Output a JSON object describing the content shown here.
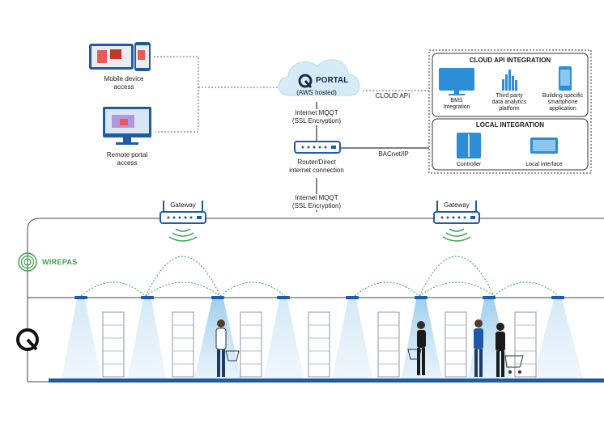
{
  "portal": {
    "title": "PORTAL",
    "subtitle": "(AWS hosted)"
  },
  "mobile": {
    "line1": "Mobile device",
    "line2": "access"
  },
  "remote": {
    "line1": "Remote portal",
    "line2": "access"
  },
  "mqtt_top": {
    "line1": "Internet MQQT",
    "line2": "(SSL Encryption)"
  },
  "router": {
    "line1": "Router/Direct",
    "line2": "internet connection"
  },
  "mqtt_bottom": {
    "line1": "Internet MQQT",
    "line2": "(SSL Encryption)"
  },
  "cloud_api_label": "CLOUD API",
  "bacnet_label": "BACnet/IP",
  "cloud_api_panel": {
    "title": "CLOUD API INTEGRATION",
    "bms": {
      "line1": "BMS",
      "line2": "Integration"
    },
    "third": {
      "line1": "Third party",
      "line2": "data analytics",
      "line3": "platform"
    },
    "building": {
      "line1": "Building specific",
      "line2": "smartphone",
      "line3": "application"
    }
  },
  "local_panel": {
    "title": "LOCAL INTEGRATION",
    "controller": "Controller",
    "local_interface": "Local interface"
  },
  "gateways": [
    "Gateway",
    "Gateway"
  ],
  "wirepas_label": "WIREPAS",
  "colors": {
    "blue": "#1f5aa6",
    "light_blue": "#bfe0f5",
    "green": "#3aa34a",
    "line": "#555555"
  }
}
